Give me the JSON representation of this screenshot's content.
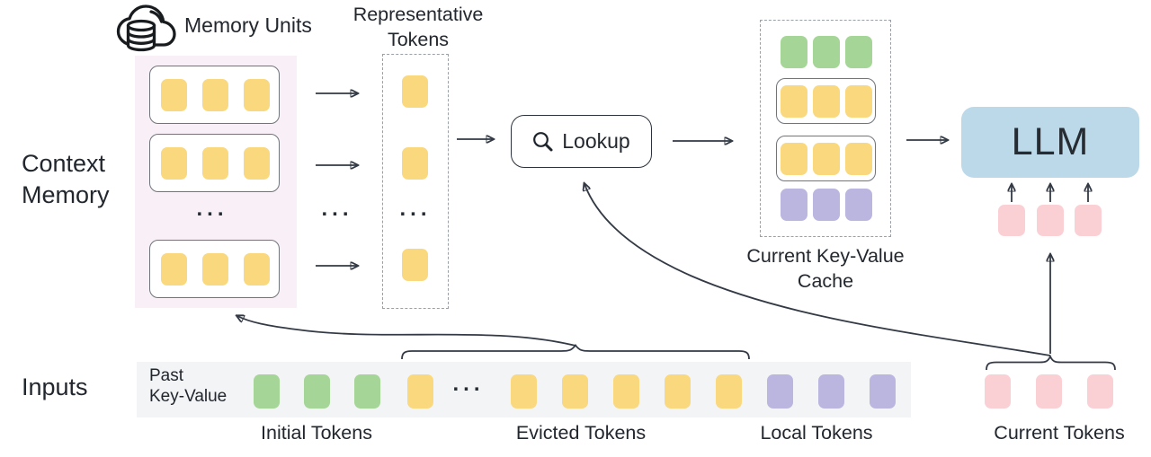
{
  "context_memory": {
    "label": "Context\nMemory",
    "memory_units": {
      "icon": "cloud-database-icon",
      "label": "Memory Units"
    },
    "unit_rows": 3,
    "tokens_per_unit": 3
  },
  "representative": {
    "label": "Representative\nTokens",
    "token_count": 3
  },
  "lookup": {
    "icon": "search-icon",
    "label": "Lookup"
  },
  "kv_cache": {
    "label": "Current Key-Value\nCache"
  },
  "llm": {
    "label": "LLM",
    "input_token_count": 3
  },
  "inputs": {
    "label": "Inputs",
    "past_kv": "Past\nKey-Value",
    "token_groups": [
      {
        "name": "Initial Tokens",
        "count": 3,
        "color": "#A6D697"
      },
      {
        "name": "Evicted Tokens",
        "count": 6,
        "color": "#FAD87E"
      },
      {
        "name": "Local Tokens",
        "count": 3,
        "color": "#BAB6DF"
      },
      {
        "name": "Current Tokens",
        "count": 3,
        "color": "#FBD0D4"
      }
    ]
  },
  "ellipsis": "...",
  "colors": {
    "yellow_token": "#FAD87E",
    "green_token": "#A6D697",
    "purple_token": "#BAB6DF",
    "pink_token": "#FBD0D4",
    "llm_box": "#BCD9EA",
    "memory_panel_bg": "#F8EFF7",
    "inputs_panel_bg": "#F3F4F5",
    "line": "#333A45"
  }
}
